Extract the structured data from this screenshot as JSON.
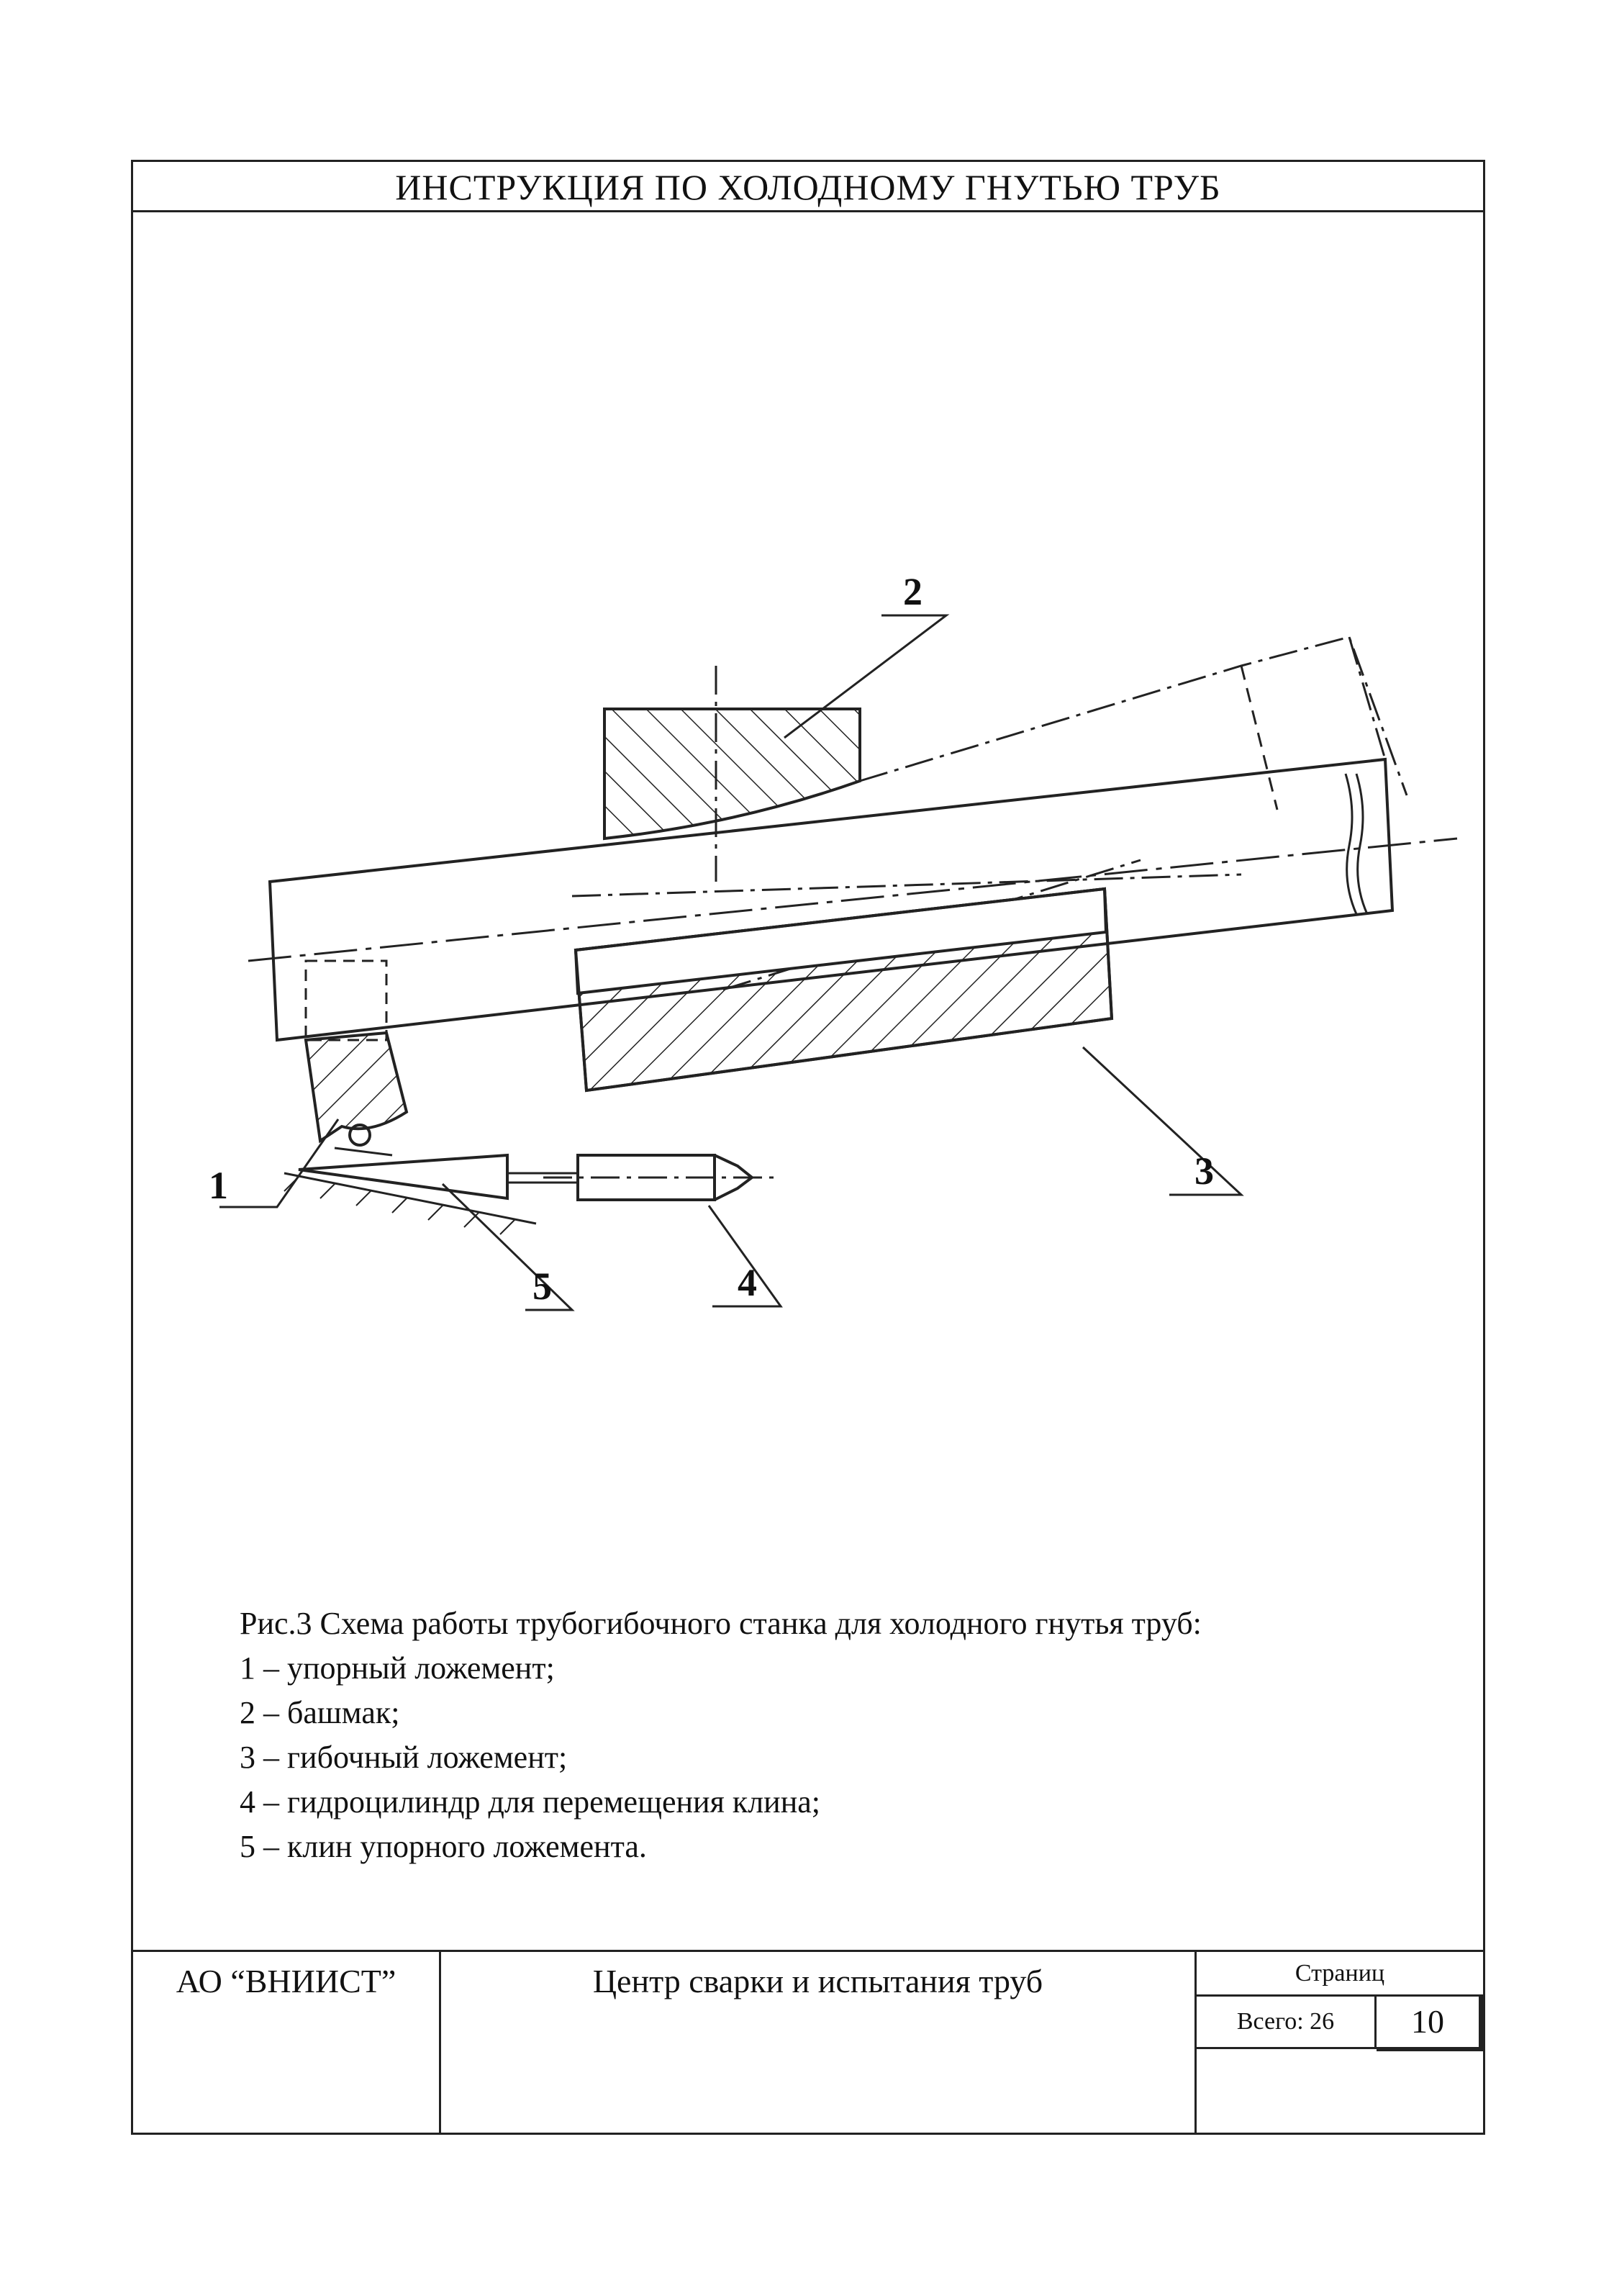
{
  "document": {
    "title": "ИНСТРУКЦИЯ ПО ХОЛОДНОМУ ГНУТЬЮ ТРУБ"
  },
  "figure": {
    "labels": [
      "1",
      "2",
      "3",
      "4",
      "5"
    ],
    "caption_title": "Рис.3 Схема работы трубогибочного станка для холодного гнутья труб:",
    "legend": [
      "1 – упорный ложемент;",
      "2 – башмак;",
      "3 – гибочный ложемент;",
      "4 – гидроцилиндр для перемещения клина;",
      "5 – клин упорного ложемента."
    ]
  },
  "footer": {
    "organization": "АО “ВНИИСТ”",
    "center": "Центр сварки и испытания труб",
    "pages_label": "Страниц",
    "total_pages": "Всего: 26",
    "page_number": "10"
  }
}
